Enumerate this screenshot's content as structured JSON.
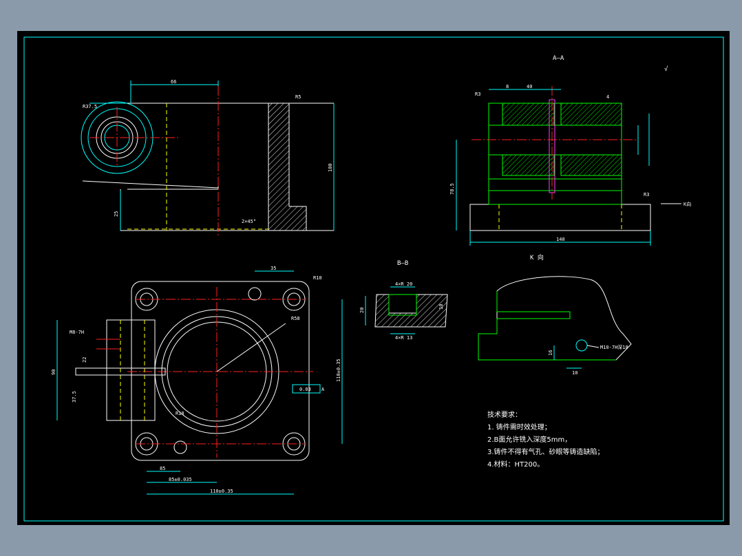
{
  "labels": {
    "section_aa": "A—A",
    "section_bb": "B—B",
    "view_k": "K 向",
    "k_arrow": "K向",
    "surface_mark": "√"
  },
  "dims": {
    "d_66": "66",
    "d_r37_5": "R37.5",
    "d_r5": "R5",
    "d_100": "100",
    "d_25": "25",
    "d_2x45": "2×45°",
    "d_8": "8",
    "d_40": "40",
    "d_4": "4",
    "d_r3": "R3",
    "d_78_5": "78.5",
    "d_140": "140",
    "d_35": "35",
    "d_r10": "R10",
    "d_r58": "R58",
    "d_m8_7h": "M8-7H",
    "d_90": "90",
    "d_22": "22",
    "d_37_5": "37.5",
    "d_110_035_v": "110±0.35",
    "d_tol": "0.03",
    "d_datum": "A",
    "d_r18": "R18",
    "d_85_v": "85",
    "d_85_h": "85±0.035",
    "d_110_035_h": "110±0.35",
    "d_bb_top": "4×R 20",
    "d_bb_bot": "4×R 13",
    "d_20": "20",
    "d_10v": "10",
    "d_m10": "M10-7H深18",
    "d_16": "16",
    "d_10h": "10"
  },
  "notes": {
    "title": "技术要求：",
    "items": [
      "1. 铸件需时效处理；",
      "2.B面允许铣入深度5mm，",
      "3.铸件不得有气孔、砂眼等铸造缺陷；",
      "4.材料：HT200。"
    ]
  },
  "colors": {
    "background": "#8a9aab",
    "sheet": "#000000",
    "frame": "#00ffff",
    "section": "#00ff00",
    "center_line": "#ff2020",
    "hidden_line": "#ffff00"
  }
}
